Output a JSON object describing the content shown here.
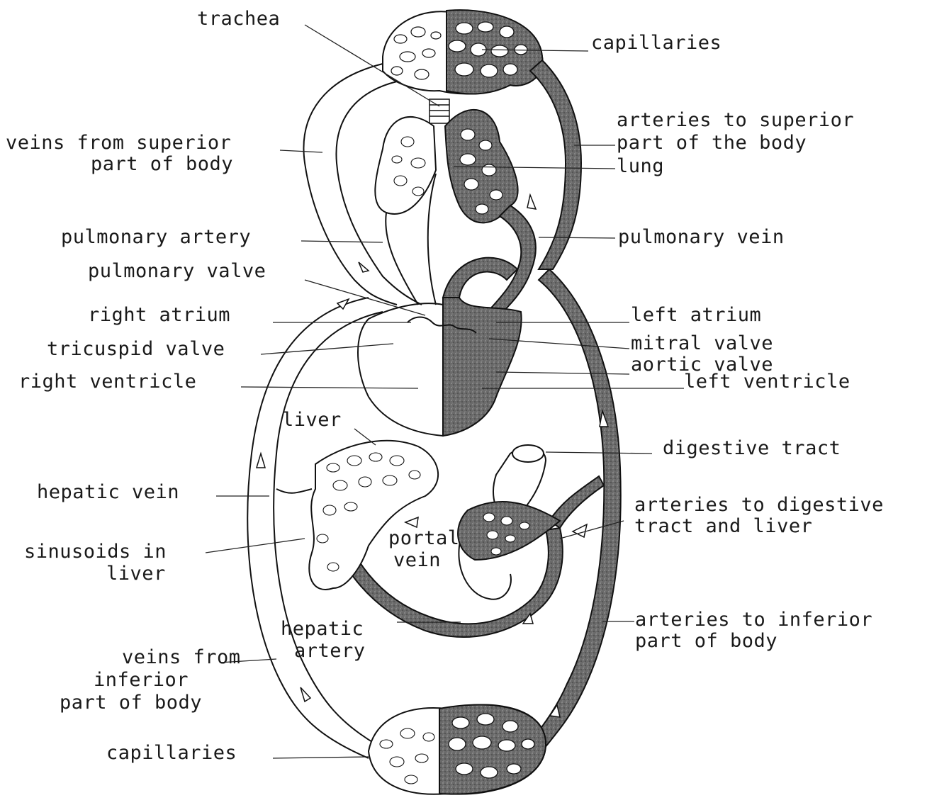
{
  "labels": {
    "trachea": "trachea",
    "capillaries_top": "capillaries",
    "arteries_superior_1": "arteries to superior",
    "arteries_superior_2": "part of the body",
    "veins_superior_1": "veins from superior",
    "veins_superior_2": "part of body",
    "lung": "lung",
    "pulmonary_artery": "pulmonary artery",
    "pulmonary_vein": "pulmonary vein",
    "pulmonary_valve": "pulmonary valve",
    "right_atrium": "right atrium",
    "left_atrium": "left atrium",
    "tricuspid_valve": "tricuspid valve",
    "mitral_valve": "mitral valve",
    "aortic_valve": "aortic valve",
    "right_ventricle": "right ventricle",
    "left_ventricle": "left ventricle",
    "liver": "liver",
    "digestive_tract": "digestive tract",
    "hepatic_vein": "hepatic vein",
    "arteries_digestive_1": "arteries to digestive",
    "arteries_digestive_2": "tract and liver",
    "sinusoids_1": "sinusoids in",
    "sinusoids_2": "liver",
    "portal_vein_1": "portal",
    "portal_vein_2": "vein",
    "hepatic_artery_1": "hepatic",
    "hepatic_artery_2": "artery",
    "arteries_inferior_1": "arteries to inferior",
    "arteries_inferior_2": "part of body",
    "veins_inferior_1": "veins from",
    "veins_inferior_2": "inferior",
    "veins_inferior_3": "part of body",
    "capillaries_bottom": "capillaries"
  },
  "colors": {
    "oxygenated": "#555555",
    "deoxygenated": "#ffffff",
    "ink": "#1a1a1a"
  }
}
